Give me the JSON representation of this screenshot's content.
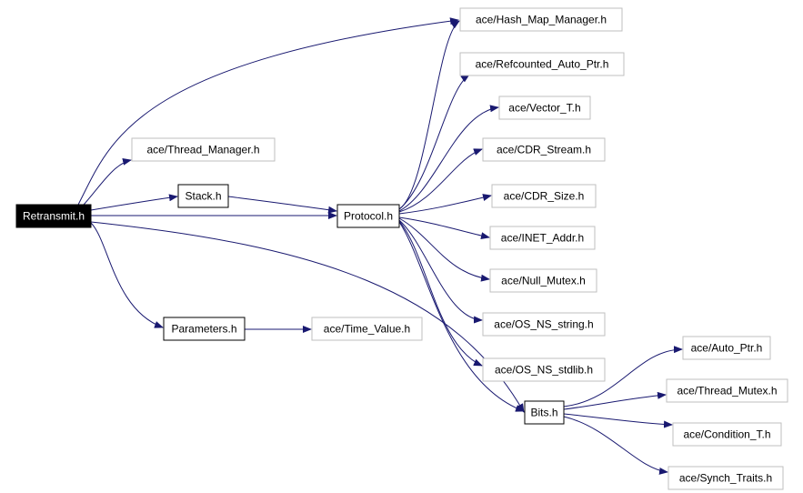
{
  "diagram": {
    "edge_color": "#191970",
    "root_fill": "#000000",
    "root_text_color": "#ffffff",
    "internal_border": "#000000",
    "external_border": "#bfbfbf",
    "nodes": [
      {
        "id": "retransmit",
        "label": "Retransmit.h",
        "kind": "root"
      },
      {
        "id": "hash_map",
        "label": "ace/Hash_Map_Manager.h",
        "kind": "external"
      },
      {
        "id": "thread_manager",
        "label": "ace/Thread_Manager.h",
        "kind": "external"
      },
      {
        "id": "stack",
        "label": "Stack.h",
        "kind": "internal"
      },
      {
        "id": "protocol",
        "label": "Protocol.h",
        "kind": "internal"
      },
      {
        "id": "parameters",
        "label": "Parameters.h",
        "kind": "internal"
      },
      {
        "id": "time_value",
        "label": "ace/Time_Value.h",
        "kind": "external"
      },
      {
        "id": "refcounted",
        "label": "ace/Refcounted_Auto_Ptr.h",
        "kind": "external"
      },
      {
        "id": "vector",
        "label": "ace/Vector_T.h",
        "kind": "external"
      },
      {
        "id": "cdr_stream",
        "label": "ace/CDR_Stream.h",
        "kind": "external"
      },
      {
        "id": "cdr_size",
        "label": "ace/CDR_Size.h",
        "kind": "external"
      },
      {
        "id": "inet_addr",
        "label": "ace/INET_Addr.h",
        "kind": "external"
      },
      {
        "id": "null_mutex",
        "label": "ace/Null_Mutex.h",
        "kind": "external"
      },
      {
        "id": "os_string",
        "label": "ace/OS_NS_string.h",
        "kind": "external"
      },
      {
        "id": "os_stdlib",
        "label": "ace/OS_NS_stdlib.h",
        "kind": "external"
      },
      {
        "id": "bits",
        "label": "Bits.h",
        "kind": "internal"
      },
      {
        "id": "auto_ptr",
        "label": "ace/Auto_Ptr.h",
        "kind": "external"
      },
      {
        "id": "thread_mutex",
        "label": "ace/Thread_Mutex.h",
        "kind": "external"
      },
      {
        "id": "condition",
        "label": "ace/Condition_T.h",
        "kind": "external"
      },
      {
        "id": "synch_traits",
        "label": "ace/Synch_Traits.h",
        "kind": "external"
      }
    ],
    "edges": [
      {
        "from": "retransmit",
        "to": "hash_map"
      },
      {
        "from": "retransmit",
        "to": "thread_manager"
      },
      {
        "from": "retransmit",
        "to": "stack"
      },
      {
        "from": "retransmit",
        "to": "protocol"
      },
      {
        "from": "retransmit",
        "to": "parameters"
      },
      {
        "from": "retransmit",
        "to": "bits"
      },
      {
        "from": "stack",
        "to": "protocol"
      },
      {
        "from": "parameters",
        "to": "time_value"
      },
      {
        "from": "protocol",
        "to": "hash_map"
      },
      {
        "from": "protocol",
        "to": "refcounted"
      },
      {
        "from": "protocol",
        "to": "vector"
      },
      {
        "from": "protocol",
        "to": "cdr_stream"
      },
      {
        "from": "protocol",
        "to": "cdr_size"
      },
      {
        "from": "protocol",
        "to": "inet_addr"
      },
      {
        "from": "protocol",
        "to": "null_mutex"
      },
      {
        "from": "protocol",
        "to": "os_string"
      },
      {
        "from": "protocol",
        "to": "os_stdlib"
      },
      {
        "from": "protocol",
        "to": "bits"
      },
      {
        "from": "bits",
        "to": "auto_ptr"
      },
      {
        "from": "bits",
        "to": "thread_mutex"
      },
      {
        "from": "bits",
        "to": "condition"
      },
      {
        "from": "bits",
        "to": "synch_traits"
      }
    ]
  }
}
